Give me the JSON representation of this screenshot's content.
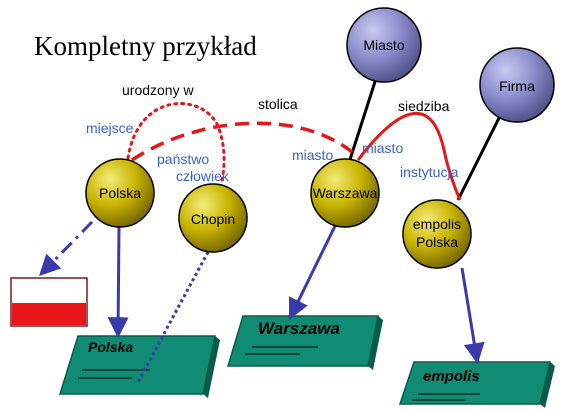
{
  "title": "Kompletny przykład",
  "nodes": {
    "polska": "Polska",
    "chopin": "Chopin",
    "warszawa": "Warszawa",
    "empolis_line1": "empolis",
    "empolis_line2": "Polska",
    "miasto": "Miasto",
    "firma": "Firma"
  },
  "relations": {
    "urodzony_w": "urodzony w",
    "stolica": "stolica",
    "siedziba": "siedziba"
  },
  "roles": {
    "miejsce": "miejsce",
    "panstwo": "państwo",
    "czlowiek": "człowiek",
    "miasto_left": "miasto",
    "miasto_right": "miasto",
    "instytucja": "instytucja"
  },
  "documents": {
    "polska": "Polska",
    "warszawa": "Warszawa",
    "empolis": "empolis"
  },
  "colors": {
    "node_fill": "#c8b400",
    "concept_fill": "#8c8ccc",
    "relation_red": "#e8161a",
    "link_blue": "#3a3aaa",
    "doc_fill": "#0f8c73",
    "role_blue": "#3b63c4",
    "flag_red": "#e8161a"
  },
  "icons": {
    "flag": "poland-flag-icon"
  }
}
